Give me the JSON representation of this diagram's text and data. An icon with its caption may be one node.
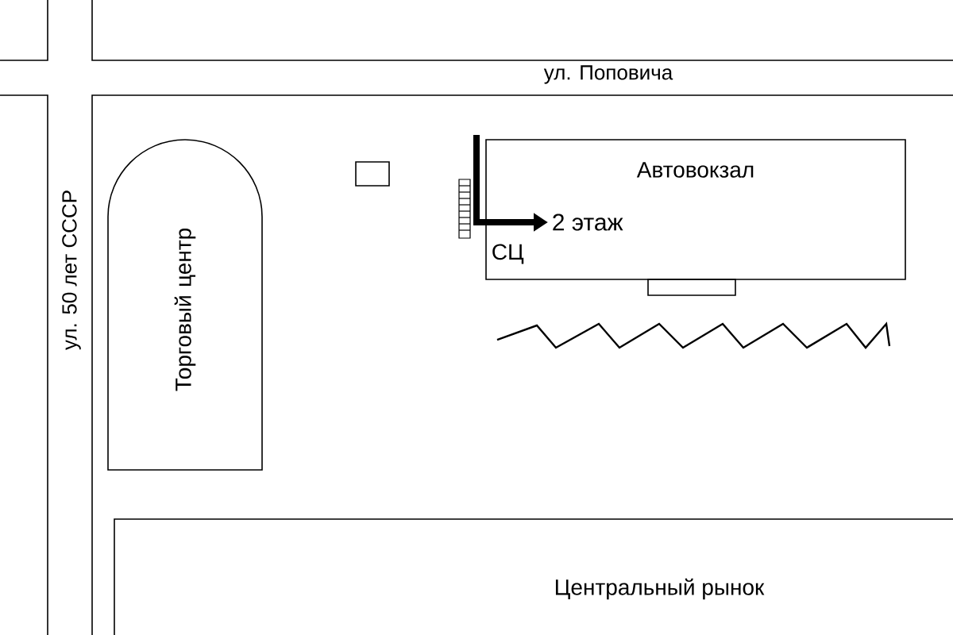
{
  "diagram": {
    "nodes": [
      {
        "text": [
          "Торговый центр"
        ]
      },
      {
        "text": [
          "Автовокзал",
          "СЦ"
        ]
      },
      {
        "text": [
          "2 этаж"
        ],
        "in": 1
      },
      {
        "text": [
          "Центральный рынок"
        ]
      },
      {
        "text": [],
        "shape": "box"
      },
      {
        "text": [],
        "shape": "box"
      }
    ],
    "edges": [
      {
        "from": null,
        "to": 2,
        "arrow": "to"
      }
    ],
    "labels": [
      "ул. Поповича",
      "ул. 50 лет СССР"
    ]
  }
}
